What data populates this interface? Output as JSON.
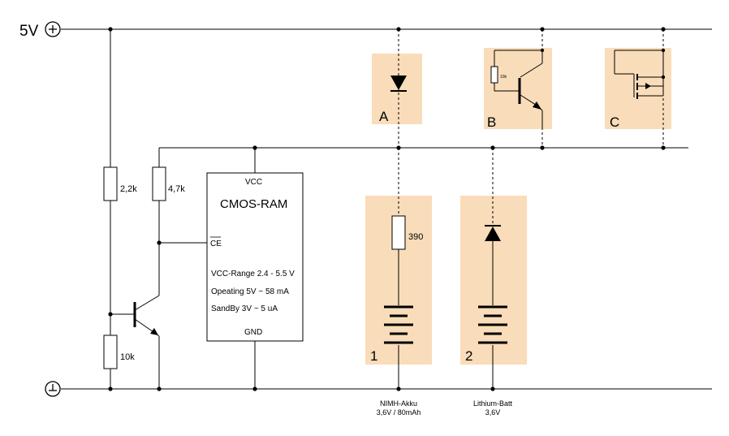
{
  "rails": {
    "vcc_label": "5V"
  },
  "resistors": {
    "r1": "2,2k",
    "r2": "4,7k",
    "r3": "10k",
    "r_nimh": "390",
    "r_small": "10k"
  },
  "chip": {
    "vcc": "VCC",
    "title": "CMOS-RAM",
    "ce": "CE",
    "range": "VCC-Range 2.4 - 5.5 V",
    "operating": "Opeating  5V ~ 58 mA",
    "standby": "SandBy  3V ~ 5 uA",
    "gnd": "GND"
  },
  "options": {
    "a": "A",
    "b": "B",
    "c": "C",
    "one": "1",
    "two": "2"
  },
  "batteries": {
    "nimh_name": "NIMH-Akku",
    "nimh_spec": "3,6V / 80mAh",
    "lithium_name": "Lithium-Batt",
    "lithium_spec": "3,6V"
  },
  "colors": {
    "highlight": "#f9dcb9",
    "line": "#000000"
  }
}
